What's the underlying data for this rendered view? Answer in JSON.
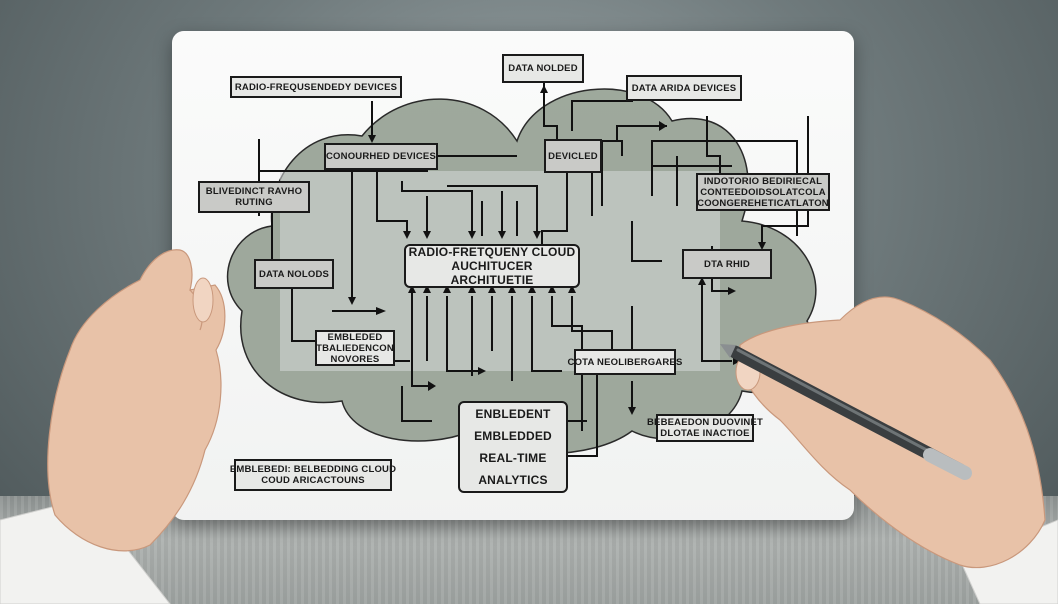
{
  "colors": {
    "background": "#6f7a7c",
    "board": "#f4f5f4",
    "cloud": "#8e9a8c",
    "ink": "#1a1a1a",
    "skin": "#e8c2a8",
    "pen": "#3a3e40"
  },
  "diagram": {
    "boxes": {
      "rf_devices": "RADIO-FREQUSENDEDY DEVICES",
      "data_nolded": "DATA NOLDED",
      "data_arida": "DATA ARIDA DEVICES",
      "conourhed": "CONOURHED DEVICES",
      "devicled": "DEVICLED",
      "blivedinct_line1": "BLIVEDINCT RAVHO",
      "blivedinct_line2": "RUTING",
      "indotorio_line1": "INDOTORIO BEDIRIECAL",
      "indotorio_line2": "CONTEEDOIDSOLATCOLA",
      "indotorio_line3": "COONGEREHETICATLATON",
      "central_line1": "RADIO-FRETQUENY CLOUD",
      "central_line2": "AUCHITUCER",
      "central_line3": "ARCHITUETIE",
      "data_nolods": "DATA NOLODS",
      "dta_rhid": "DTA RHID",
      "embedded_line1": "EMBLEDED",
      "embedded_line2": "TBALIEDENCON",
      "embedded_line3": "NOVORES",
      "cota": "COTA NEOLIBERGARES",
      "analytics_line1": "ENBLEDENT",
      "analytics_line2": "EMBLEDDED",
      "analytics_line3": "REAL-TIME",
      "analytics_line4": "ANALYTICS",
      "becedon_line1": "BEBEAEDON DUOVINET",
      "becedon_line2": "DLOTAE INACTIOE",
      "cloud_apps_line1": "EMBLEBEDI: BELBEDDING CLOUD",
      "cloud_apps_line2": "COUD ARICACTOUNS"
    }
  }
}
